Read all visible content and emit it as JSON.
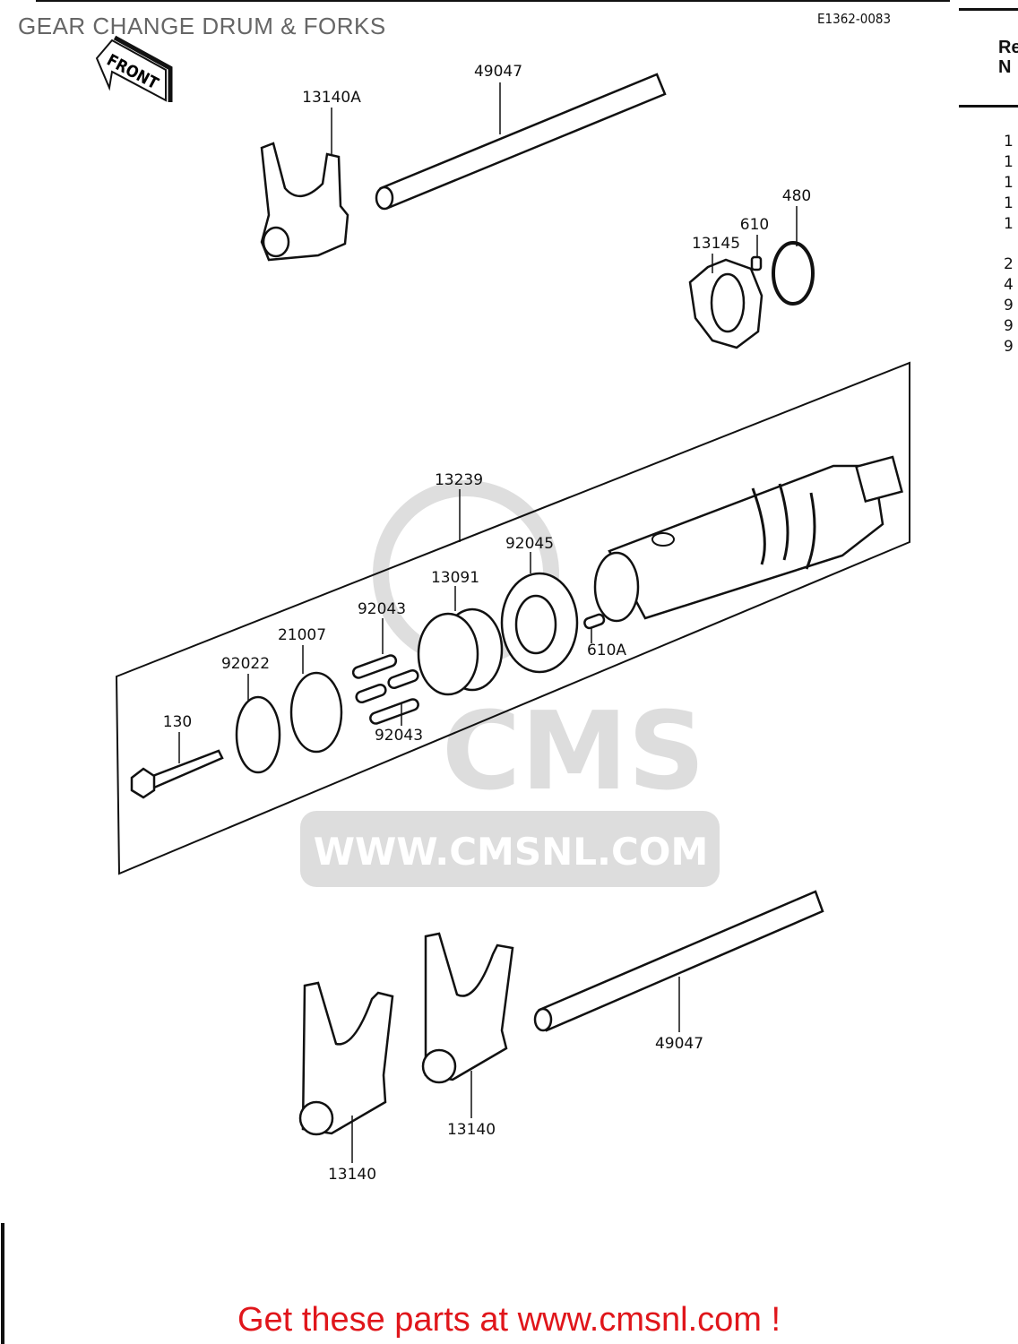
{
  "title": "GEAR CHANGE DRUM & FORKS",
  "diagram_code": "E1362-0083",
  "front_arrow": "FRONT",
  "labels": {
    "shaft_top": "49047",
    "fork_top": "13140A",
    "circlip": "480",
    "pin_610": "610",
    "holder": "13145",
    "drum_assy": "13239",
    "bearing": "92045",
    "pin_holder": "13091",
    "pins_upper": "92043",
    "plate": "21007",
    "stopper": "92022",
    "bolt": "130",
    "pin_610a": "610A",
    "pins_lower": "92043",
    "shaft_bottom": "49047",
    "fork_mid": "13140",
    "fork_left": "13140"
  },
  "ref_column": {
    "header": [
      "Re",
      "N"
    ],
    "items": [
      "1",
      "1",
      "1",
      "1",
      "1",
      "2",
      "4",
      "9",
      "9",
      "9"
    ]
  },
  "watermark": {
    "logo": "CMS",
    "url": "WWW.CMSNL.COM"
  },
  "footer": "Get these parts at www.cmsnl.com !"
}
